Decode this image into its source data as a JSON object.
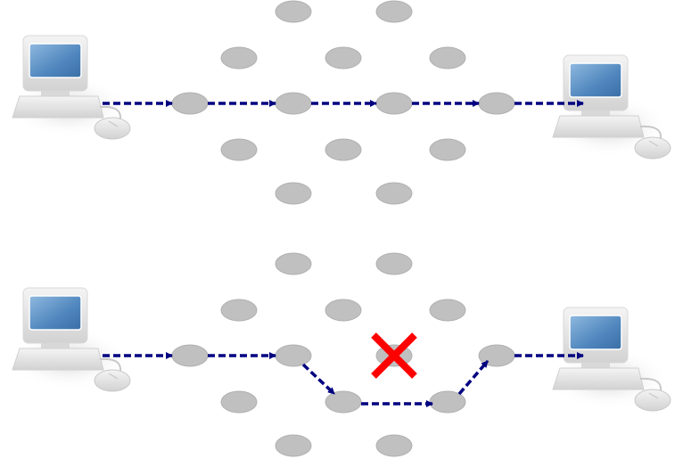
{
  "colors": {
    "node": "#c0c0c0",
    "node_stroke": "#b0b0b0",
    "arrow": "#000080",
    "failure": "#ff0000",
    "screen": "#4f86bd"
  },
  "icons": [
    "computer-icon",
    "network-node",
    "dashed-arrow",
    "failure-x-icon"
  ],
  "diagrams": [
    {
      "name": "normal-path",
      "hops": 5,
      "failed_nodes": 0
    },
    {
      "name": "rerouted-path",
      "hops": 6,
      "failed_nodes": 1
    }
  ]
}
